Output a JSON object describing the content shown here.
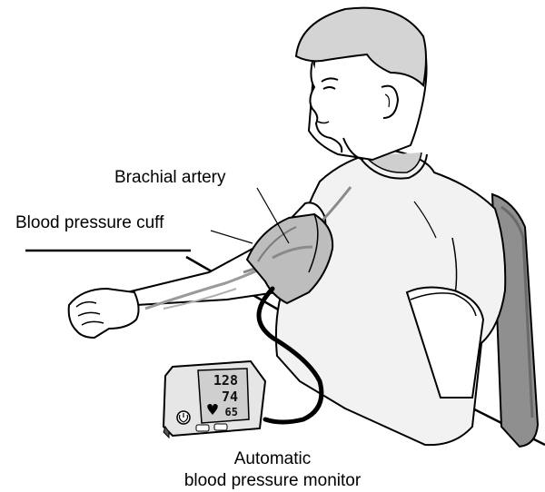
{
  "labels": {
    "brachial_artery": "Brachial artery",
    "cuff": "Blood pressure cuff",
    "monitor_line1": "Automatic",
    "monitor_line2": "blood pressure monitor"
  },
  "monitor": {
    "systolic": "128",
    "diastolic": "74",
    "pulse": "65"
  },
  "icons": [
    "power-icon",
    "heart-icon"
  ]
}
